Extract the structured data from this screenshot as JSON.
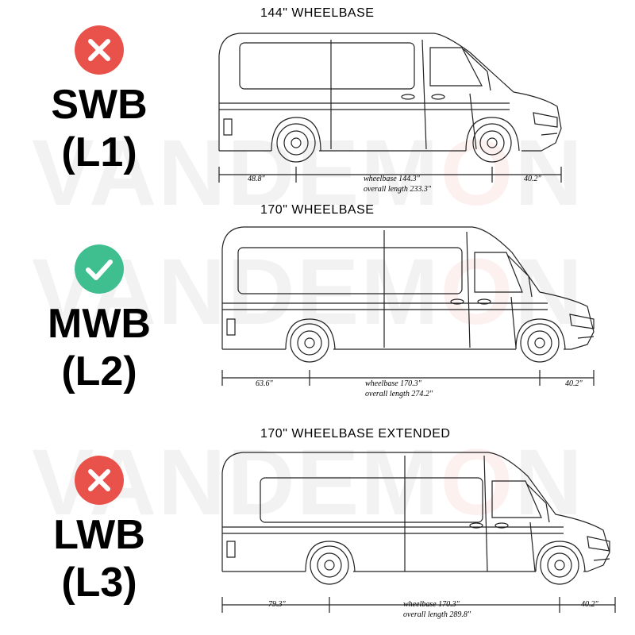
{
  "watermark": {
    "text_main": "VANDEM",
    "text_accent": "O",
    "text_end": "N"
  },
  "sections": [
    {
      "status": "not-recommended",
      "status_icon": "cross-icon",
      "status_color": "#e8524a",
      "code": "SWB",
      "sub": "(L1)",
      "title": "144\" WHEELBASE",
      "front_overhang": "48.8\"",
      "wheelbase": "wheelbase 144.3\"",
      "overall": "overall length 233.3\"",
      "rear_overhang": "40.2\""
    },
    {
      "status": "recommended",
      "status_icon": "check-icon",
      "status_color": "#3fbf8f",
      "code": "MWB",
      "sub": "(L2)",
      "title": "170\" WHEELBASE",
      "front_overhang": "63.6\"",
      "wheelbase": "wheelbase 170.3\"",
      "overall": "overall length 274.2\"",
      "rear_overhang": "40.2\""
    },
    {
      "status": "not-recommended",
      "status_icon": "cross-icon",
      "status_color": "#e8524a",
      "code": "LWB",
      "sub": "(L3)",
      "title": "170\" WHEELBASE EXTENDED",
      "front_overhang": "79.3\"",
      "wheelbase": "wheelbase 170.3\"",
      "overall": "overall length 289.8\"",
      "rear_overhang": "40.2\""
    }
  ]
}
